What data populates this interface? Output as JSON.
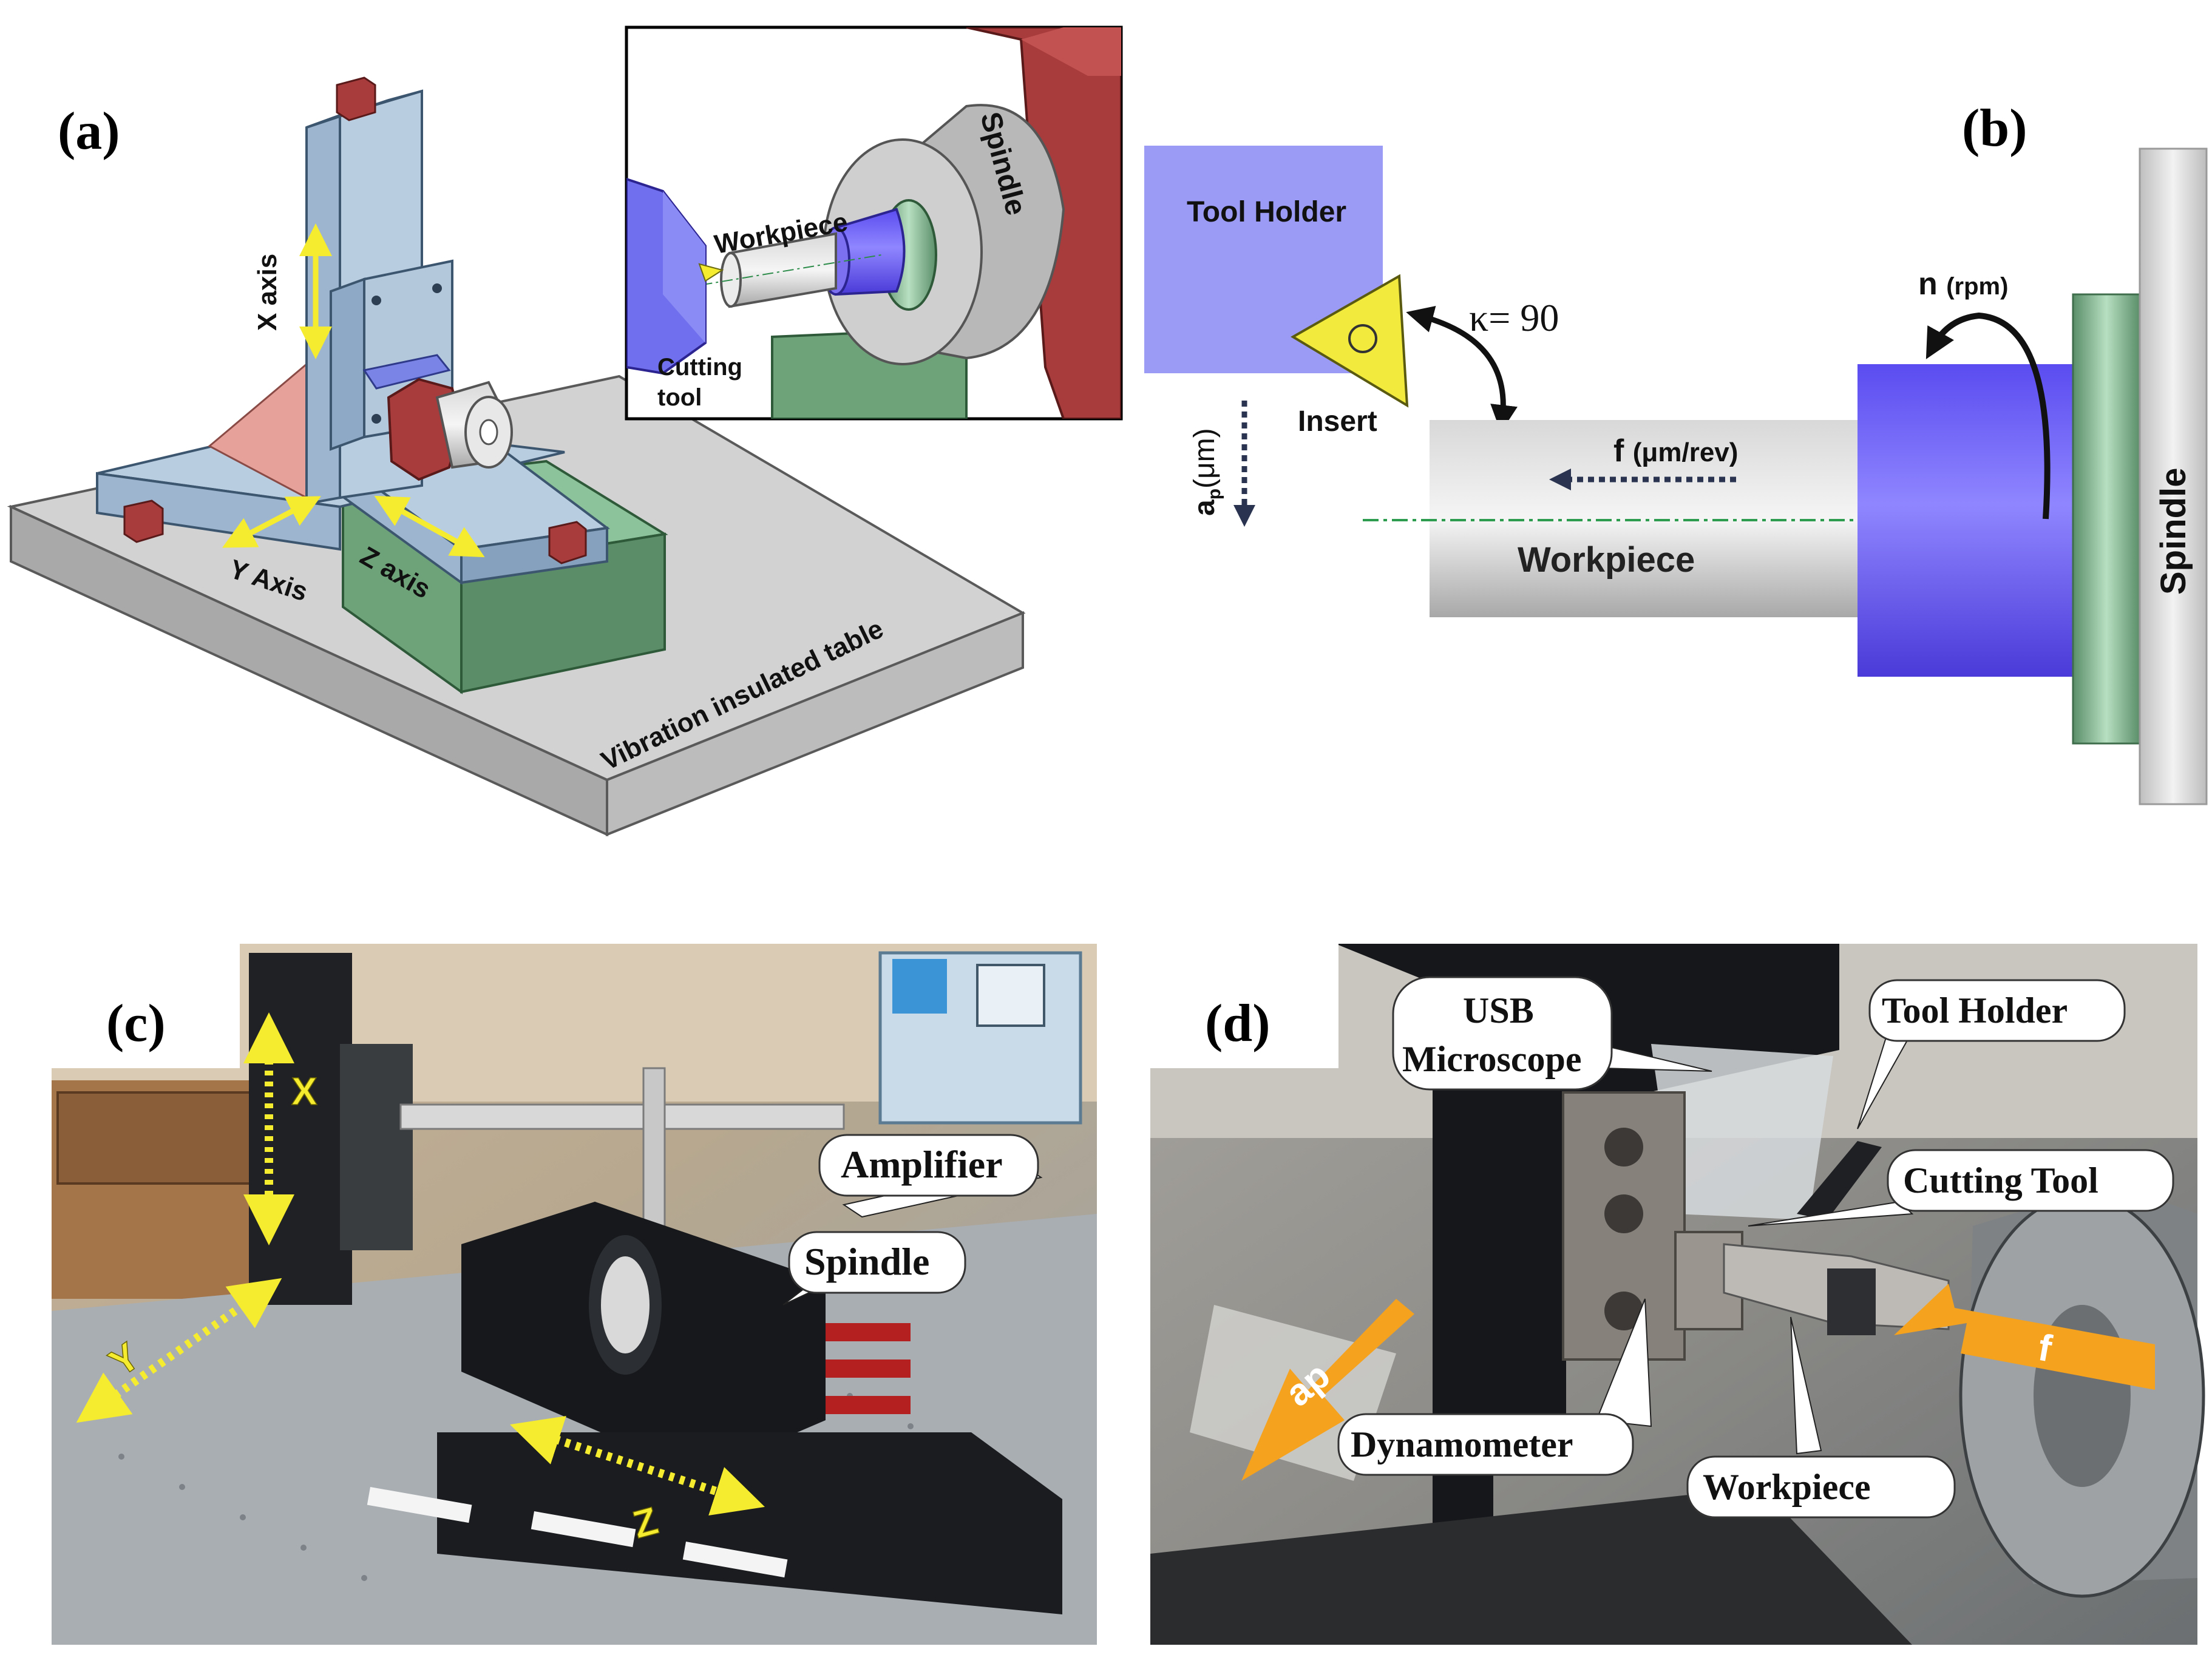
{
  "panels": {
    "a": {
      "label": "(a)",
      "axes": {
        "x": "X axis",
        "y": "Y Axis",
        "z": "Z axis"
      },
      "table": "Vibration insulated table",
      "inset": {
        "spindle": "Spindle",
        "workpiece": "Workpiece",
        "cutting_tool_1": "Cutting",
        "cutting_tool_2": "tool"
      }
    },
    "b": {
      "label": "(b)",
      "tool_holder": "Tool Holder",
      "insert": "Insert",
      "kappa": "κ= 90",
      "n": "n",
      "n_unit": "(rpm)",
      "f": "f",
      "f_unit": "(μm/rev)",
      "ap_unit": "(μm)",
      "workpiece": "Workpiece",
      "spindle": "Spindle"
    },
    "c": {
      "label": "(c)",
      "amplifier": "Amplifier",
      "spindle": "Spindle",
      "x": "X",
      "y": "Y",
      "z": "Z"
    },
    "d": {
      "label": "(d)",
      "usb_1": "USB",
      "usb_2": "Microscope",
      "tool_holder": "Tool Holder",
      "cutting_tool": "Cutting Tool",
      "dynamometer": "Dynamometer",
      "workpiece": "Workpiece",
      "ap": "ap",
      "f": "f"
    }
  },
  "colors": {
    "blue_block": "#a6bdd6",
    "red_cap": "#a83b3b",
    "green_base": "#6ea37a",
    "table_grey": "#cfcfcf",
    "tool_purple": "#8f8ff2",
    "workpiece_grey": "#c4c4c4",
    "axis_yellow": "#f5ec2f",
    "arrow_orange": "#f5a21e"
  }
}
